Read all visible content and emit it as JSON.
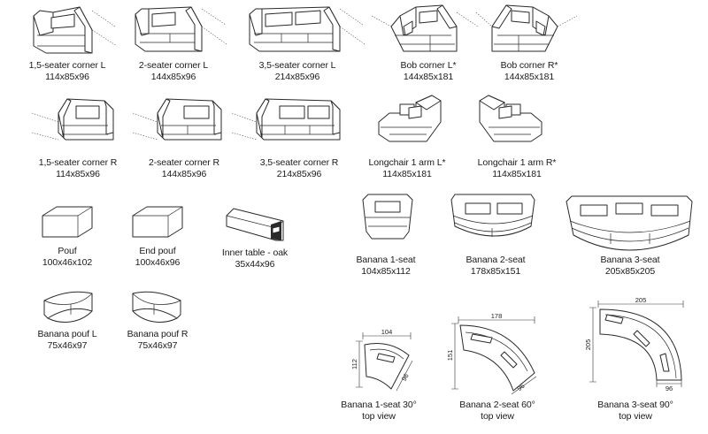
{
  "items": [
    {
      "id": "seater15-corner-l",
      "name": "1,5-seater corner L",
      "size": "114x85x96"
    },
    {
      "id": "seater2-corner-l",
      "name": "2-seater corner L",
      "size": "144x85x96"
    },
    {
      "id": "seater35-corner-l",
      "name": "3,5-seater corner L",
      "size": "214x85x96"
    },
    {
      "id": "bob-corner-l",
      "name": "Bob corner L*",
      "size": "144x85x181"
    },
    {
      "id": "bob-corner-r",
      "name": "Bob corner R*",
      "size": "144x85x181"
    },
    {
      "id": "seater15-corner-r",
      "name": "1,5-seater corner R",
      "size": "114x85x96"
    },
    {
      "id": "seater2-corner-r",
      "name": "2-seater corner R",
      "size": "144x85x96"
    },
    {
      "id": "seater35-corner-r",
      "name": "3,5-seater corner R",
      "size": "214x85x96"
    },
    {
      "id": "longchair-l",
      "name": "Longchair 1 arm L*",
      "size": "114x85x181"
    },
    {
      "id": "longchair-r",
      "name": "Longchair 1 arm R*",
      "size": "114x85x181"
    },
    {
      "id": "pouf",
      "name": "Pouf",
      "size": "100x46x102"
    },
    {
      "id": "end-pouf",
      "name": "End pouf",
      "size": "100x46x96"
    },
    {
      "id": "inner-table",
      "name": "Inner table - oak",
      "size": "35x44x96"
    },
    {
      "id": "banana-1",
      "name": "Banana 1-seat",
      "size": "104x85x112"
    },
    {
      "id": "banana-2",
      "name": "Banana 2-seat",
      "size": "178x85x151"
    },
    {
      "id": "banana-3",
      "name": "Banana 3-seat",
      "size": "205x85x205"
    },
    {
      "id": "banana-pouf-l",
      "name": "Banana pouf L",
      "size": "75x46x97"
    },
    {
      "id": "banana-pouf-r",
      "name": "Banana pouf R",
      "size": "75x46x97"
    },
    {
      "id": "banana-1-top",
      "name": "Banana 1-seat  30°",
      "size": "top view"
    },
    {
      "id": "banana-2-top",
      "name": "Banana 2-seat  60°",
      "size": "top view"
    },
    {
      "id": "banana-3-top",
      "name": "Banana 3-seat  90°",
      "size": "top view"
    }
  ],
  "dimensions": {
    "b1_width": "104",
    "b1_depth": "112",
    "b1_seat": "96",
    "b2_width": "178",
    "b2_depth": "151",
    "b2_seat": "96",
    "b3_width": "205",
    "b3_depth": "205",
    "b3_seat": "96"
  }
}
